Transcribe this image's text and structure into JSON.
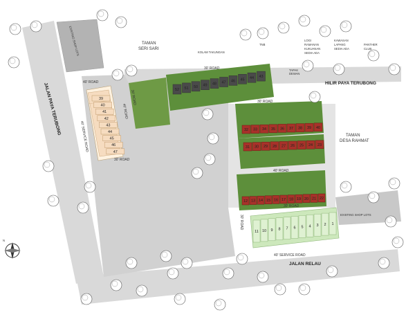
{
  "roads": {
    "jalan_paya_terubong": "JALAN PAYA TERUBONG",
    "jalan_relau": "JALAN RELAU",
    "hilir_paya_terubong": "HILIR PAYA TERUBONG",
    "road_40_top": "40' ROAD",
    "road_40_right": "40' ROAD",
    "road_40_middle": "40' ROAD",
    "road_30_left": "30' ROAD",
    "road_30_top": "30' ROAD",
    "road_30_right": "30' ROAD",
    "road_30_lower": "30' ROAD",
    "road_30_vertical": "30' ROAD",
    "road_30_mid": "30' ROAD",
    "service_road_left": "40' SERVICE ROAD",
    "service_road_bottom": "40' SERVICE ROAD"
  },
  "areas": {
    "taman_seri_sari": [
      "TAMAN",
      "SERI SARI"
    ],
    "taman_desa_rahmat": [
      "TAMAN",
      "DESA RAHMAT"
    ],
    "kolam_takungan": "KOLAM TAKUNGAN",
    "tnb": "TNB",
    "logi": [
      "LOGI",
      "RAMANAN",
      "KUKUANAN",
      "SEDIA ADA"
    ],
    "kawasan": [
      "KAWASAN",
      "LAPANG",
      "SEDIA ADA"
    ],
    "panther": [
      "PANTHER",
      "CLUB"
    ],
    "tapak_dewan": [
      "TAPAK",
      "DEWAN"
    ],
    "existing_shop_lots_top": "EXISTING SHOP LOTS",
    "existing_shop_lots_right": "EXISTING SHOP LOTS"
  },
  "compass": {
    "label": "N"
  },
  "units": {
    "left_column": [
      "39",
      "40",
      "41",
      "42",
      "43",
      "44",
      "45",
      "46",
      "47"
    ],
    "top_row": [
      "52",
      "51",
      "50",
      "49",
      "48",
      "47",
      "46",
      "45",
      "44",
      "43"
    ],
    "row_a": [
      "32",
      "33",
      "34",
      "35",
      "36",
      "37",
      "38",
      "39",
      "40"
    ],
    "row_b": [
      "31",
      "30",
      "29",
      "28",
      "27",
      "26",
      "25",
      "24",
      "23"
    ],
    "row_c": [
      "12",
      "13",
      "14",
      "15",
      "16",
      "17",
      "18",
      "19",
      "20",
      "21",
      "22"
    ],
    "shop_row": [
      "11",
      "10",
      "9",
      "8",
      "7",
      "6",
      "5",
      "4",
      "3",
      "2",
      "1"
    ]
  },
  "colors": {
    "road": "#d8d8d8",
    "site": "#cfcfcf",
    "green": "#5d8f3b",
    "roof_red": "#a8322a",
    "roof_dark": "#4a4a4a",
    "shop": "#cde8bc",
    "peach": "#f6dcc0"
  }
}
